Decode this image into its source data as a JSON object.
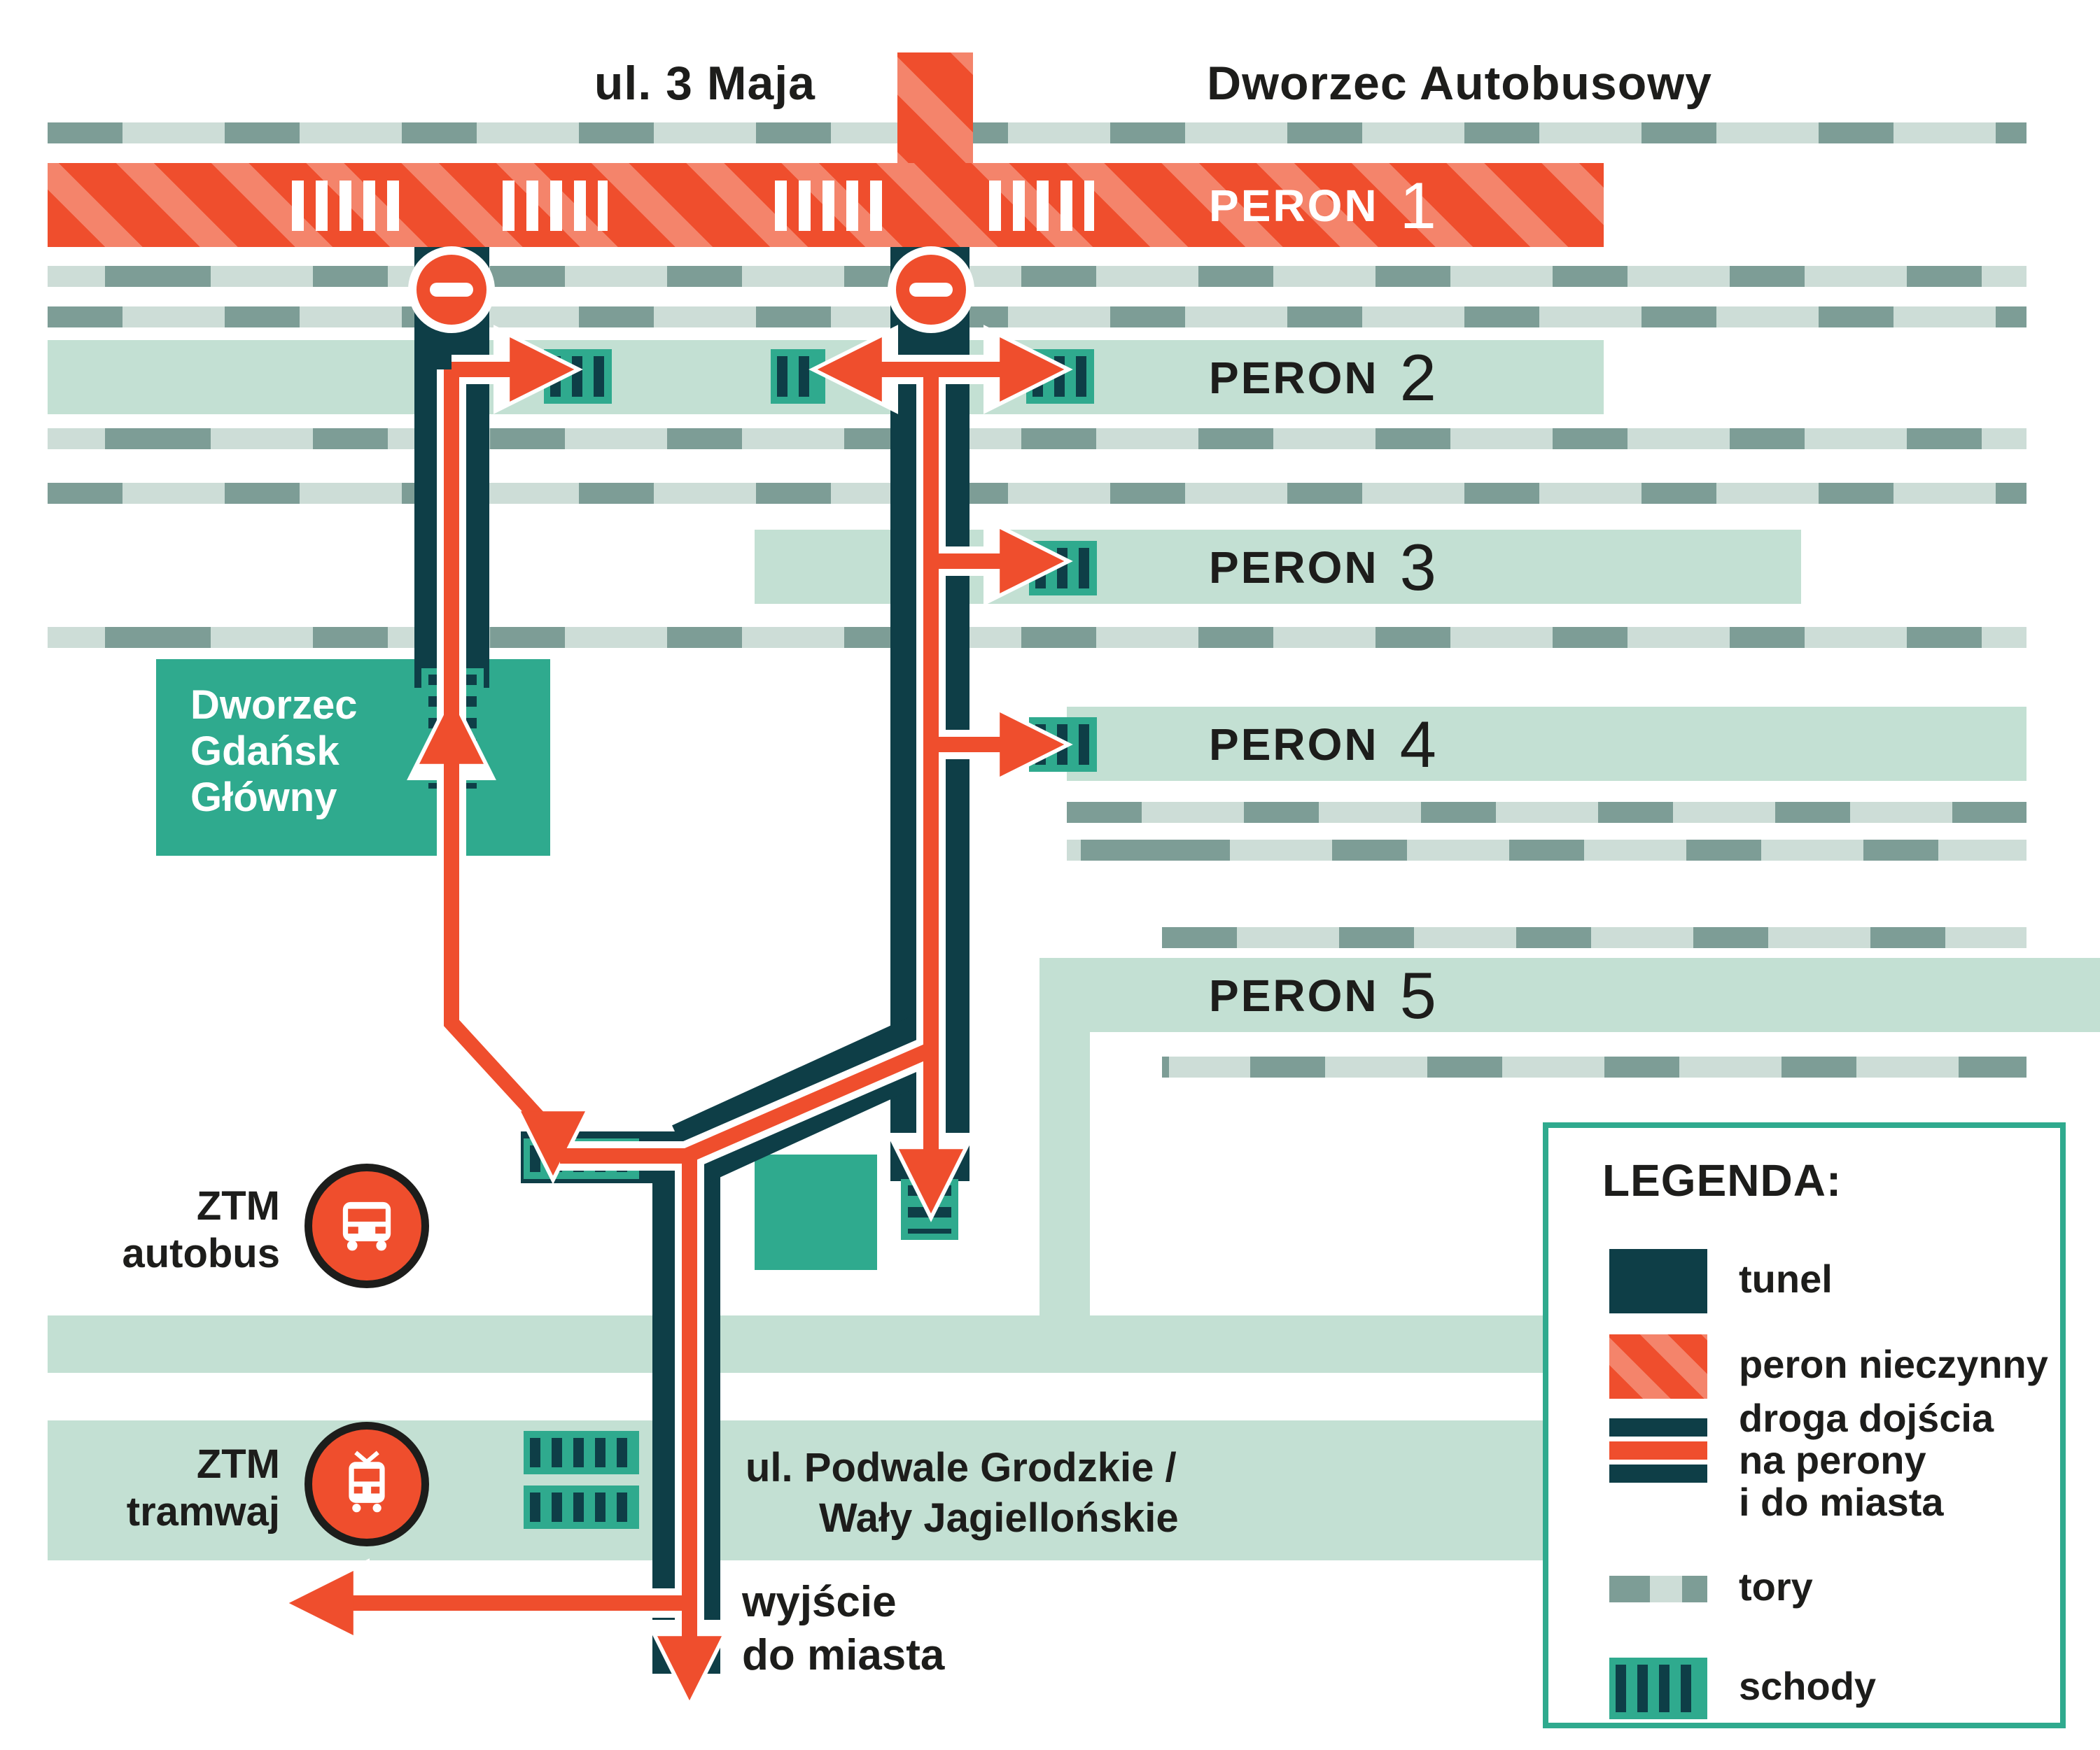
{
  "header": {
    "street_top": "ul. 3 Maja",
    "bus_station": "Dworzec Autobusowy"
  },
  "platforms": [
    {
      "name": "PERON",
      "number": "1"
    },
    {
      "name": "PERON",
      "number": "2"
    },
    {
      "name": "PERON",
      "number": "3"
    },
    {
      "name": "PERON",
      "number": "4"
    },
    {
      "name": "PERON",
      "number": "5"
    }
  ],
  "station_box": {
    "lines": [
      "Dworzec",
      "Gdańsk",
      "Główny"
    ]
  },
  "ztm_bus": {
    "lines": [
      "ZTM",
      "autobus"
    ]
  },
  "ztm_tram": {
    "lines": [
      "ZTM",
      "tramwaj"
    ]
  },
  "street_bottom": {
    "lines": [
      "ul. Podwale Grodzkie /",
      "Wały Jagiellońskie"
    ]
  },
  "exit": {
    "lines": [
      "wyjście",
      "do miasta"
    ]
  },
  "legend": {
    "title": "LEGENDA:",
    "items": [
      {
        "id": "tunel",
        "label": "tunel"
      },
      {
        "id": "peron-nieczynny",
        "label": "peron nieczynny"
      },
      {
        "id": "droga-dojscia",
        "lines": [
          "droga dojścia",
          "na perony",
          "i do miasta"
        ]
      },
      {
        "id": "tory",
        "label": "tory"
      },
      {
        "id": "schody",
        "label": "schody"
      }
    ]
  },
  "colors": {
    "red": "#ef4e2d",
    "redlight": "#f4846b",
    "tunnel": "#0e3e47",
    "teal": "#2faa8e",
    "bandgreen": "#c3e0d3",
    "tracklight": "#cdddd7",
    "trackdark": "#7d9d96",
    "ink": "#1d1d1b"
  }
}
